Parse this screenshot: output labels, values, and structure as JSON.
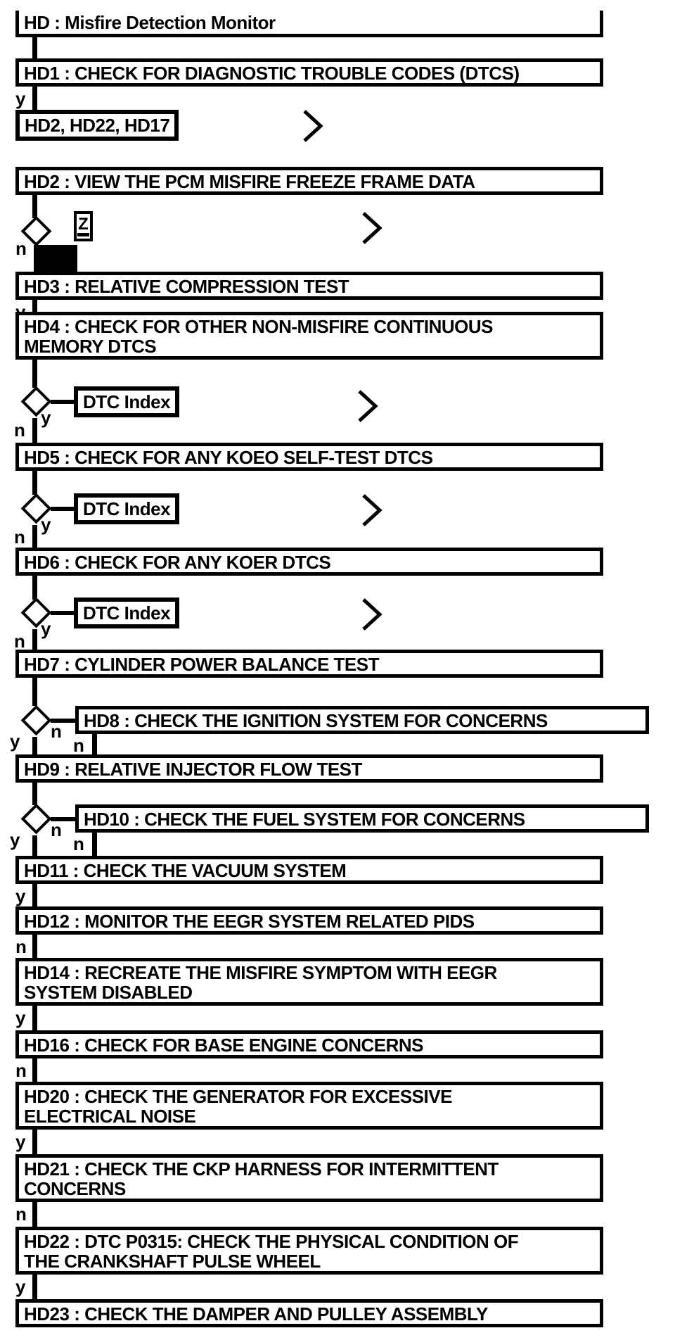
{
  "colors": {
    "ink": "#000000",
    "paper": "#ffffff"
  },
  "flowchart": {
    "title": "HD : Misfire Detection Monitor",
    "branch_labels": {
      "yes": "y",
      "no": "n"
    },
    "refs": {
      "goto_list": "HD2, HD22, HD17",
      "dtc_index": "DTC Index",
      "link_glyph": "Z"
    },
    "icons": {
      "continue": "chevron-right",
      "link": "boxed-Z-link",
      "placeholder": "filled-black-rectangle"
    },
    "nodes": {
      "hd1": "HD1 : CHECK FOR DIAGNOSTIC TROUBLE CODES (DTCS)",
      "hd2": "HD2 : VIEW THE PCM MISFIRE FREEZE FRAME DATA",
      "hd3": "HD3 : RELATIVE COMPRESSION TEST",
      "hd4": "HD4 : CHECK FOR OTHER NON-MISFIRE CONTINUOUS\nMEMORY DTCS",
      "hd5": "HD5 : CHECK FOR ANY KOEO SELF-TEST DTCS",
      "hd6": "HD6 : CHECK FOR ANY KOER DTCS",
      "hd7": "HD7 : CYLINDER POWER BALANCE TEST",
      "hd8": "HD8 : CHECK THE IGNITION SYSTEM FOR CONCERNS",
      "hd9": "HD9 : RELATIVE INJECTOR FLOW TEST",
      "hd10": "HD10 : CHECK THE FUEL SYSTEM FOR CONCERNS",
      "hd11": "HD11 : CHECK THE VACUUM SYSTEM",
      "hd12": "HD12 : MONITOR THE EEGR SYSTEM RELATED PIDS",
      "hd14": "HD14 : RECREATE THE MISFIRE SYMPTOM WITH EEGR\nSYSTEM DISABLED",
      "hd16": "HD16 : CHECK FOR BASE ENGINE CONCERNS",
      "hd20": "HD20 : CHECK THE GENERATOR FOR EXCESSIVE\nELECTRICAL NOISE",
      "hd21": "HD21 : CHECK THE CKP HARNESS FOR INTERMITTENT\nCONCERNS",
      "hd22": "HD22 : DTC P0315: CHECK THE PHYSICAL CONDITION OF\nTHE CRANKSHAFT PULSE WHEEL",
      "hd23": "HD23 : CHECK THE DAMPER AND PULLEY ASSEMBLY"
    }
  }
}
